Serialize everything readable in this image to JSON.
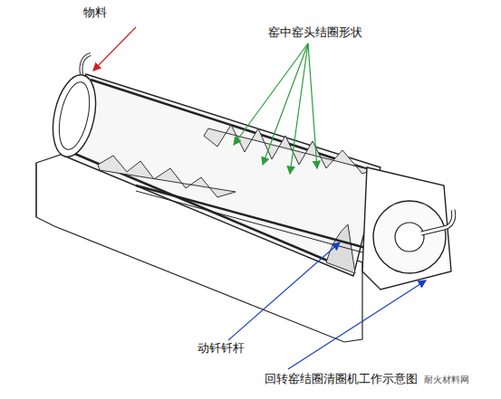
{
  "diagram": {
    "caption": "回转窑结圈清圈机工作示意图",
    "labels": [
      "物料",
      "窑中窑头结圈形状",
      "动钎钎杆",
      "耐火材料网"
    ]
  }
}
